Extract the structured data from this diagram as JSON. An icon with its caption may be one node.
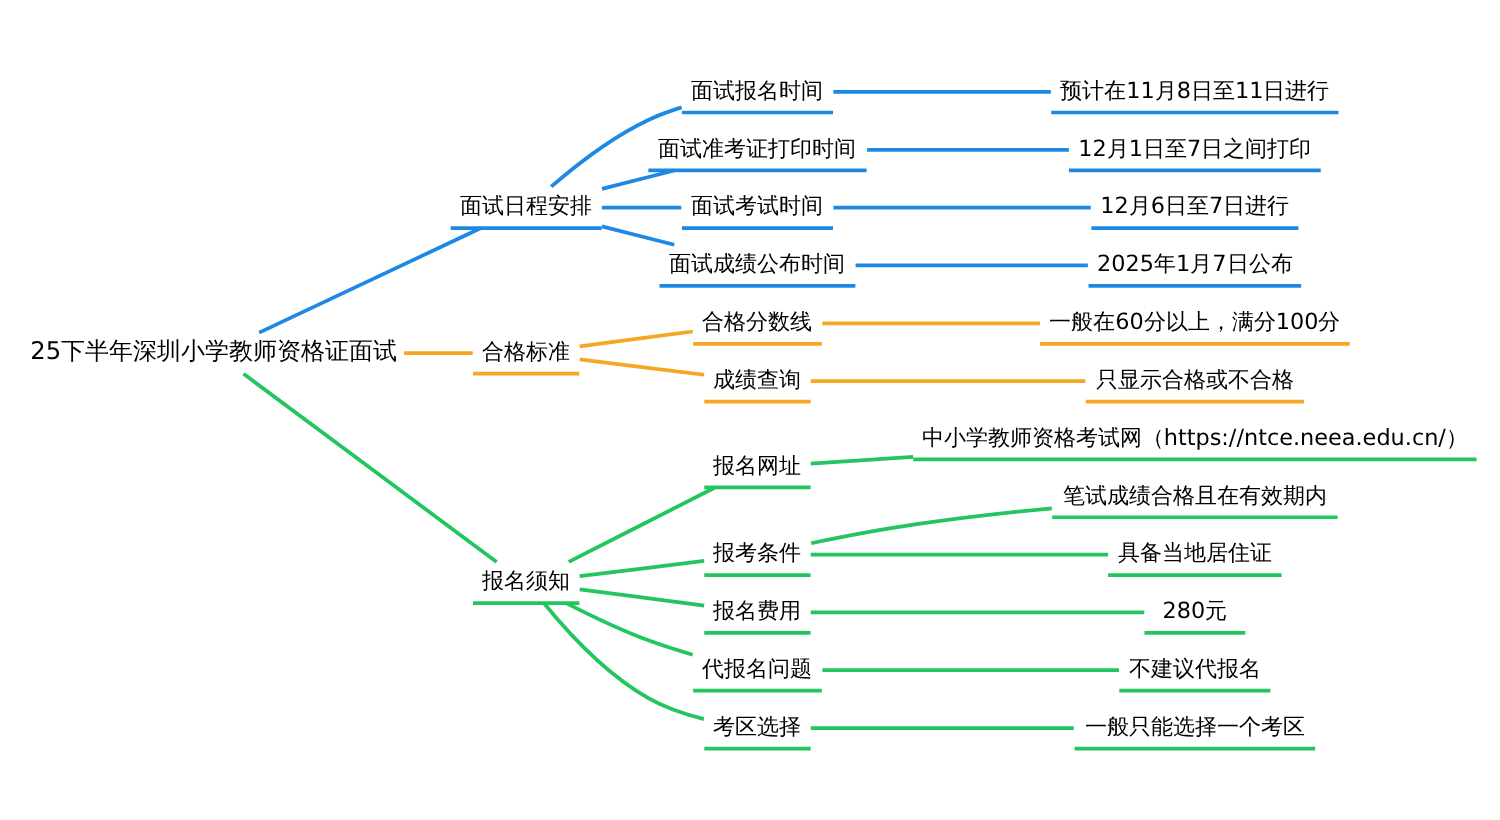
{
  "diagram": {
    "nodes": [
      {
        "text": [
          "25下半年深圳小学教师资格证面试"
        ]
      },
      {
        "text": [
          "面试日程安排"
        ]
      },
      {
        "text": [
          "面试报名时间"
        ]
      },
      {
        "text": [
          "预计在11月8日至11日进行"
        ]
      },
      {
        "text": [
          "面试准考证打印时间"
        ]
      },
      {
        "text": [
          "12月1日至7日之间打印"
        ]
      },
      {
        "text": [
          "面试考试时间"
        ]
      },
      {
        "text": [
          "12月6日至7日进行"
        ]
      },
      {
        "text": [
          "面试成绩公布时间"
        ]
      },
      {
        "text": [
          "2025年1月7日公布"
        ]
      },
      {
        "text": [
          "合格标准"
        ]
      },
      {
        "text": [
          "合格分数线"
        ]
      },
      {
        "text": [
          "一般在60分以上，满分100分"
        ]
      },
      {
        "text": [
          "成绩查询"
        ]
      },
      {
        "text": [
          "只显示合格或不合格"
        ]
      },
      {
        "text": [
          "报名须知"
        ]
      },
      {
        "text": [
          "报名网址"
        ]
      },
      {
        "text": [
          "中小学教师资格考试网（https://ntce.neea.edu.cn/）"
        ]
      },
      {
        "text": [
          "报考条件"
        ]
      },
      {
        "text": [
          "笔试成绩合格且在有效期内"
        ]
      },
      {
        "text": [
          "具备当地居住证"
        ]
      },
      {
        "text": [
          "报名费用"
        ]
      },
      {
        "text": [
          "280元"
        ]
      },
      {
        "text": [
          "代报名问题"
        ]
      },
      {
        "text": [
          "不建议代报名"
        ]
      },
      {
        "text": [
          "考区选择"
        ]
      },
      {
        "text": [
          "一般只能选择一个考区"
        ]
      }
    ],
    "edges": [
      {
        "from": 0,
        "to": 1,
        "arrow": "none",
        "color": "#1e88e5"
      },
      {
        "from": 1,
        "to": 2,
        "arrow": "none",
        "color": "#1e88e5"
      },
      {
        "from": 2,
        "to": 3,
        "arrow": "none",
        "color": "#1e88e5"
      },
      {
        "from": 1,
        "to": 4,
        "arrow": "none",
        "color": "#1e88e5"
      },
      {
        "from": 4,
        "to": 5,
        "arrow": "none",
        "color": "#1e88e5"
      },
      {
        "from": 1,
        "to": 6,
        "arrow": "none",
        "color": "#1e88e5"
      },
      {
        "from": 6,
        "to": 7,
        "arrow": "none",
        "color": "#1e88e5"
      },
      {
        "from": 1,
        "to": 8,
        "arrow": "none",
        "color": "#1e88e5"
      },
      {
        "from": 8,
        "to": 9,
        "arrow": "none",
        "color": "#1e88e5"
      },
      {
        "from": 0,
        "to": 10,
        "arrow": "none",
        "color": "#f5a623"
      },
      {
        "from": 10,
        "to": 11,
        "arrow": "none",
        "color": "#f5a623"
      },
      {
        "from": 11,
        "to": 12,
        "arrow": "none",
        "color": "#f5a623"
      },
      {
        "from": 10,
        "to": 13,
        "arrow": "none",
        "color": "#f5a623"
      },
      {
        "from": 13,
        "to": 14,
        "arrow": "none",
        "color": "#f5a623"
      },
      {
        "from": 0,
        "to": 15,
        "arrow": "none"
      },
      {
        "from": 15,
        "to": 16,
        "arrow": "none"
      },
      {
        "from": 16,
        "to": 17,
        "arrow": "none"
      },
      {
        "from": 15,
        "to": 18,
        "arrow": "none"
      },
      {
        "from": 18,
        "to": 19,
        "arrow": "none"
      },
      {
        "from": 18,
        "to": 20,
        "arrow": "none"
      },
      {
        "from": 15,
        "to": 21,
        "arrow": "none"
      },
      {
        "from": 21,
        "to": 22,
        "arrow": "none"
      },
      {
        "from": 15,
        "to": 23,
        "arrow": "none"
      },
      {
        "from": 23,
        "to": 24,
        "arrow": "none"
      },
      {
        "from": 15,
        "to": 25,
        "arrow": "none"
      },
      {
        "from": 25,
        "to": 26,
        "arrow": "none"
      }
    ]
  }
}
